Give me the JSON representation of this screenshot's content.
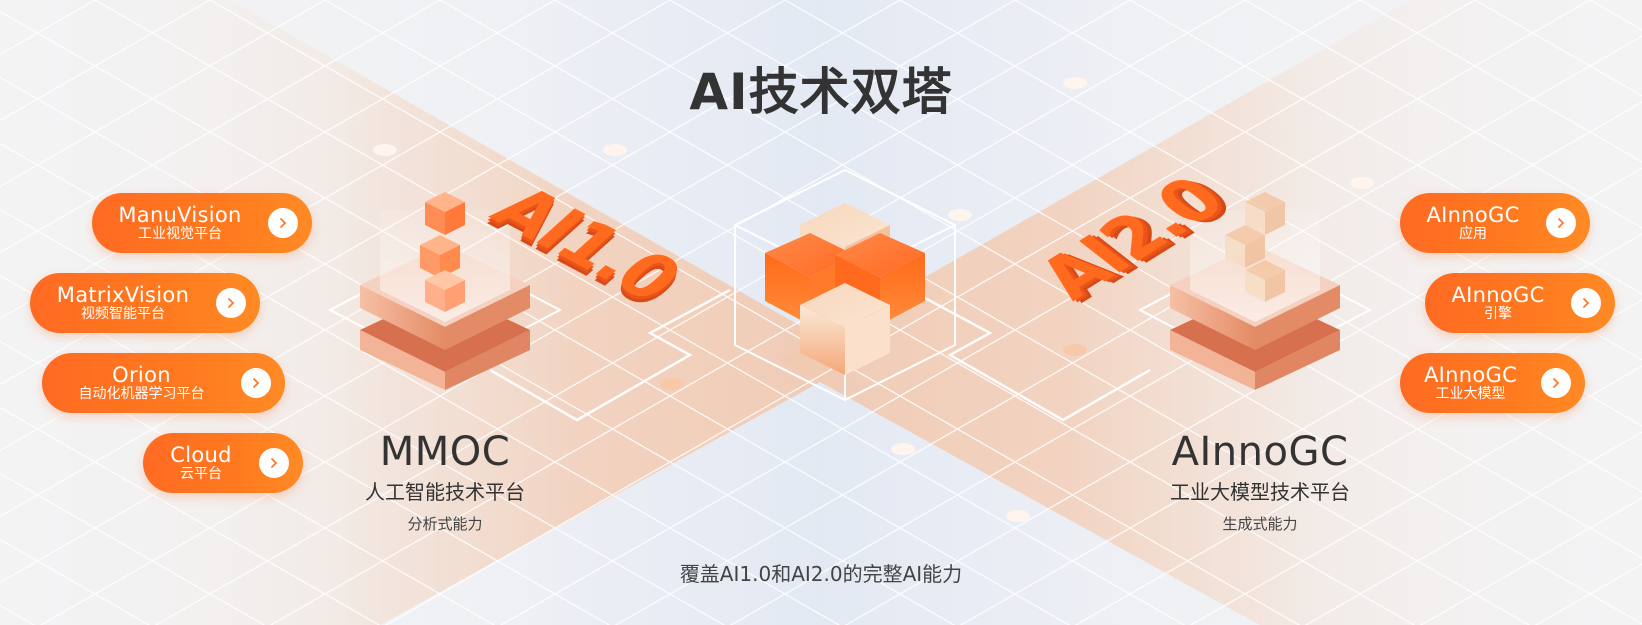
{
  "header": {
    "title": "AI技术双塔"
  },
  "footer": {
    "tagline": "覆盖AI1.0和AI2.0的完整AI能力"
  },
  "colors": {
    "accent": "#ff6a22",
    "accent_light": "#ff8a25",
    "text_dark": "#333333",
    "bg_blue": "#e3e9f3",
    "band_peach": "#f4d3bf"
  },
  "left_tower": {
    "badge": "AI1.0",
    "name": "MMOC",
    "subtitle": "人工智能技术平台",
    "capability": "分析式能力",
    "buttons": [
      {
        "name": "ManuVision",
        "sub": "工业视觉平台",
        "icon": "chevron-right-icon"
      },
      {
        "name": "MatrixVision",
        "sub": "视频智能平台",
        "icon": "chevron-right-icon"
      },
      {
        "name": "Orion",
        "sub": "自动化机器学习平台",
        "icon": "chevron-right-icon"
      },
      {
        "name": "Cloud",
        "sub": "云平台",
        "icon": "chevron-right-icon"
      }
    ]
  },
  "right_tower": {
    "badge": "AI2.0",
    "name": "AInnoGC",
    "subtitle": "工业大模型技术平台",
    "capability": "生成式能力",
    "buttons": [
      {
        "name": "AInnoGC",
        "sub": "应用",
        "icon": "chevron-right-icon"
      },
      {
        "name": "AInnoGC",
        "sub": "引擎",
        "icon": "chevron-right-icon"
      },
      {
        "name": "AInnoGC",
        "sub": "工业大模型",
        "icon": "chevron-right-icon"
      }
    ]
  },
  "center": {
    "icon": "cube-cluster-icon"
  }
}
